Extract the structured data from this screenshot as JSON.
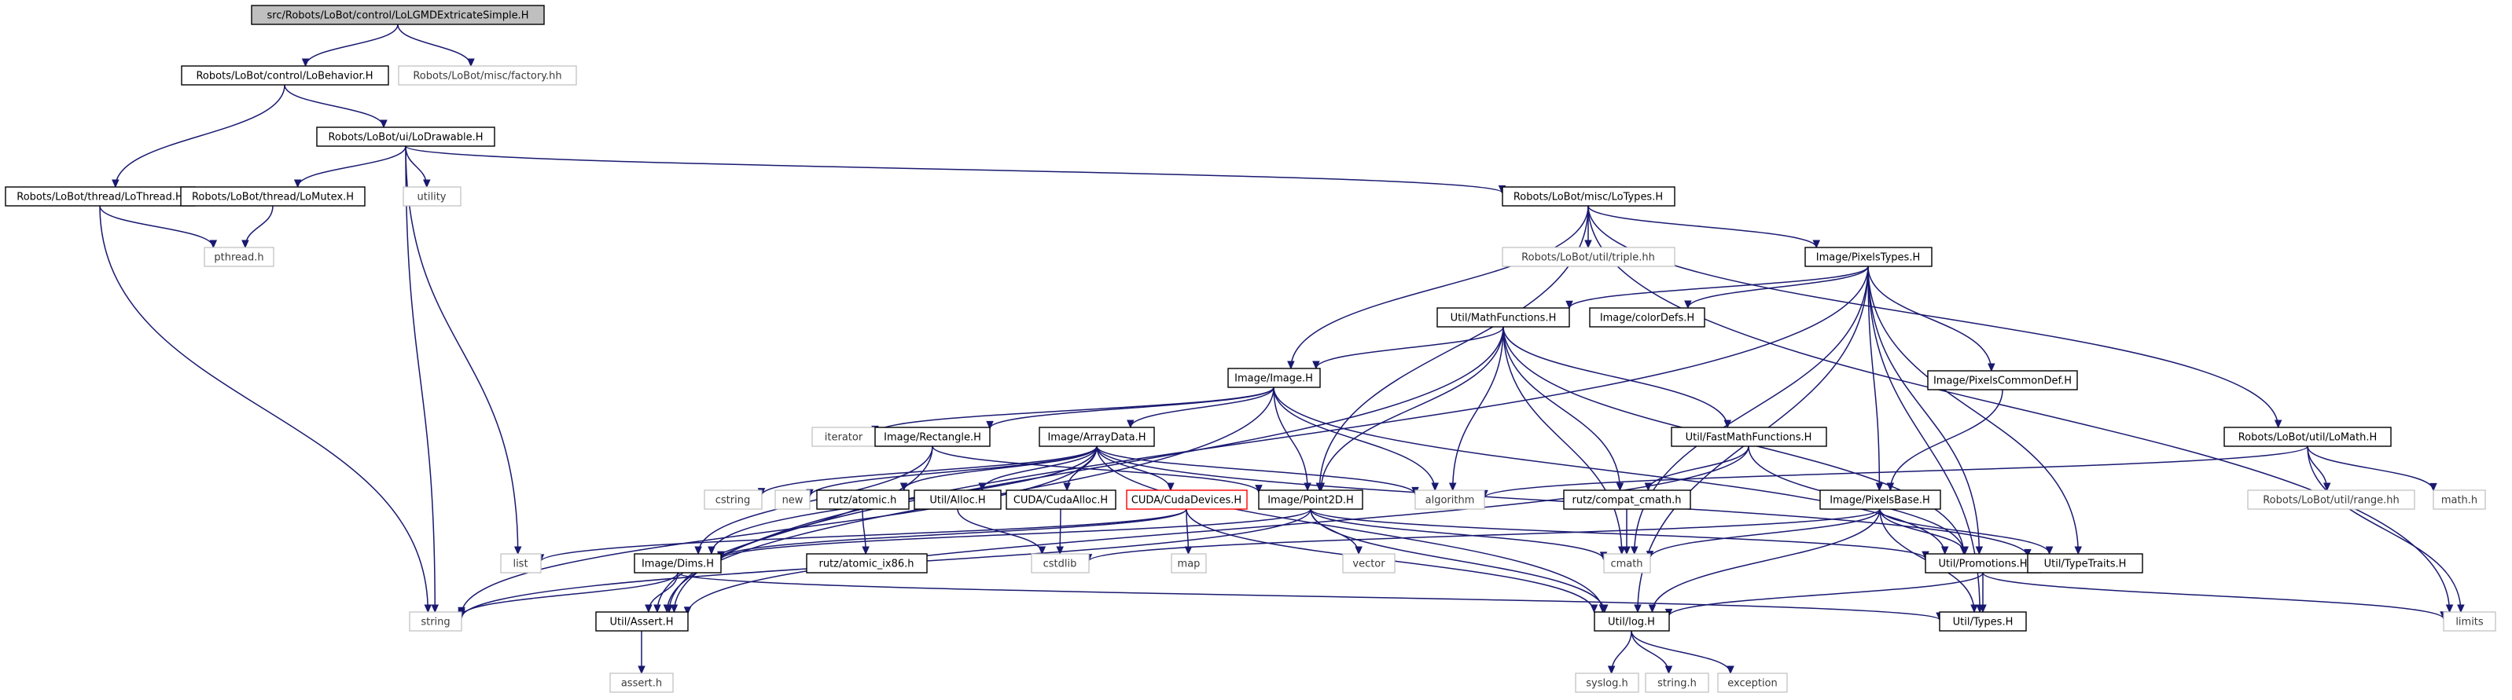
{
  "graph": {
    "colors": {
      "edge": "#191970",
      "root_fill": "#bfbfbf",
      "system_border": "#bfbfbf",
      "warn_border": "#ff0000"
    },
    "nodes": [
      {
        "id": "root",
        "label": "src/Robots/LoBot/control/LoLGMDExtricateSimple.H",
        "kind": "root"
      },
      {
        "id": "lobehavior",
        "label": "Robots/LoBot/control/LoBehavior.H",
        "kind": "local"
      },
      {
        "id": "factory",
        "label": "Robots/LoBot/misc/factory.hh",
        "kind": "system"
      },
      {
        "id": "lodrawable",
        "label": "Robots/LoBot/ui/LoDrawable.H",
        "kind": "local"
      },
      {
        "id": "lothread",
        "label": "Robots/LoBot/thread/LoThread.H",
        "kind": "local"
      },
      {
        "id": "lomutex",
        "label": "Robots/LoBot/thread/LoMutex.H",
        "kind": "local"
      },
      {
        "id": "utility",
        "label": "utility",
        "kind": "system"
      },
      {
        "id": "lotypes",
        "label": "Robots/LoBot/misc/LoTypes.H",
        "kind": "local"
      },
      {
        "id": "pthread",
        "label": "pthread.h",
        "kind": "system"
      },
      {
        "id": "triple",
        "label": "Robots/LoBot/util/triple.hh",
        "kind": "system"
      },
      {
        "id": "pixelstypes",
        "label": "Image/PixelsTypes.H",
        "kind": "local"
      },
      {
        "id": "mathfunctions",
        "label": "Util/MathFunctions.H",
        "kind": "local"
      },
      {
        "id": "colordefs",
        "label": "Image/colorDefs.H",
        "kind": "local"
      },
      {
        "id": "image",
        "label": "Image/Image.H",
        "kind": "local"
      },
      {
        "id": "pixelscommondef",
        "label": "Image/PixelsCommonDef.H",
        "kind": "local"
      },
      {
        "id": "iterator",
        "label": "iterator",
        "kind": "system"
      },
      {
        "id": "rectangle",
        "label": "Image/Rectangle.H",
        "kind": "local"
      },
      {
        "id": "arraydata",
        "label": "Image/ArrayData.H",
        "kind": "local"
      },
      {
        "id": "fastmath",
        "label": "Util/FastMathFunctions.H",
        "kind": "local"
      },
      {
        "id": "lomath",
        "label": "Robots/LoBot/util/LoMath.H",
        "kind": "local"
      },
      {
        "id": "cstring",
        "label": "cstring",
        "kind": "system"
      },
      {
        "id": "new",
        "label": "new",
        "kind": "system"
      },
      {
        "id": "rutzatomic",
        "label": "rutz/atomic.h",
        "kind": "local"
      },
      {
        "id": "alloc",
        "label": "Util/Alloc.H",
        "kind": "local"
      },
      {
        "id": "cudaalloc",
        "label": "CUDA/CudaAlloc.H",
        "kind": "local"
      },
      {
        "id": "cudadevices",
        "label": "CUDA/CudaDevices.H",
        "kind": "warn"
      },
      {
        "id": "point2d",
        "label": "Image/Point2D.H",
        "kind": "local"
      },
      {
        "id": "algorithm",
        "label": "algorithm",
        "kind": "system"
      },
      {
        "id": "compatcmath",
        "label": "rutz/compat_cmath.h",
        "kind": "local"
      },
      {
        "id": "pixelsbase",
        "label": "Image/PixelsBase.H",
        "kind": "local"
      },
      {
        "id": "range",
        "label": "Robots/LoBot/util/range.hh",
        "kind": "system"
      },
      {
        "id": "mathh",
        "label": "math.h",
        "kind": "system"
      },
      {
        "id": "list",
        "label": "list",
        "kind": "system"
      },
      {
        "id": "dims",
        "label": "Image/Dims.H",
        "kind": "local"
      },
      {
        "id": "atomicix86",
        "label": "rutz/atomic_ix86.h",
        "kind": "local"
      },
      {
        "id": "cstdlib",
        "label": "cstdlib",
        "kind": "system"
      },
      {
        "id": "map",
        "label": "map",
        "kind": "system"
      },
      {
        "id": "vector",
        "label": "vector",
        "kind": "system"
      },
      {
        "id": "cmath",
        "label": "cmath",
        "kind": "system"
      },
      {
        "id": "promotions",
        "label": "Util/Promotions.H",
        "kind": "local"
      },
      {
        "id": "typetraits",
        "label": "Util/TypeTraits.H",
        "kind": "local"
      },
      {
        "id": "string",
        "label": "string",
        "kind": "system"
      },
      {
        "id": "assert",
        "label": "Util/Assert.H",
        "kind": "local"
      },
      {
        "id": "log",
        "label": "Util/log.H",
        "kind": "local"
      },
      {
        "id": "types",
        "label": "Util/Types.H",
        "kind": "local"
      },
      {
        "id": "limits",
        "label": "limits",
        "kind": "system"
      },
      {
        "id": "asserth",
        "label": "assert.h",
        "kind": "system"
      },
      {
        "id": "syslog",
        "label": "syslog.h",
        "kind": "system"
      },
      {
        "id": "stringh",
        "label": "string.h",
        "kind": "system"
      },
      {
        "id": "exception",
        "label": "exception",
        "kind": "system"
      }
    ],
    "edges": [
      [
        "root",
        "lobehavior"
      ],
      [
        "root",
        "factory"
      ],
      [
        "lobehavior",
        "lothread"
      ],
      [
        "lobehavior",
        "lodrawable"
      ],
      [
        "lodrawable",
        "lomutex"
      ],
      [
        "lodrawable",
        "utility"
      ],
      [
        "lodrawable",
        "lotypes"
      ],
      [
        "lodrawable",
        "list"
      ],
      [
        "lodrawable",
        "string"
      ],
      [
        "lothread",
        "pthread"
      ],
      [
        "lothread",
        "string"
      ],
      [
        "lomutex",
        "pthread"
      ],
      [
        "lotypes",
        "image"
      ],
      [
        "lotypes",
        "point2d"
      ],
      [
        "lotypes",
        "triple"
      ],
      [
        "lotypes",
        "pixelstypes"
      ],
      [
        "lotypes",
        "lomath"
      ],
      [
        "lotypes",
        "limits"
      ],
      [
        "pixelstypes",
        "mathfunctions"
      ],
      [
        "pixelstypes",
        "colordefs"
      ],
      [
        "pixelstypes",
        "pixelscommondef"
      ],
      [
        "pixelstypes",
        "pixelsbase"
      ],
      [
        "pixelstypes",
        "promotions"
      ],
      [
        "pixelstypes",
        "typetraits"
      ],
      [
        "pixelstypes",
        "types"
      ],
      [
        "pixelstypes",
        "log"
      ],
      [
        "pixelstypes",
        "cmath"
      ],
      [
        "pixelstypes",
        "assert"
      ],
      [
        "mathfunctions",
        "image"
      ],
      [
        "mathfunctions",
        "point2d"
      ],
      [
        "mathfunctions",
        "algorithm"
      ],
      [
        "mathfunctions",
        "fastmath"
      ],
      [
        "mathfunctions",
        "compatcmath"
      ],
      [
        "mathfunctions",
        "cmath"
      ],
      [
        "mathfunctions",
        "promotions"
      ],
      [
        "mathfunctions",
        "assert"
      ],
      [
        "image",
        "iterator"
      ],
      [
        "image",
        "rectangle"
      ],
      [
        "image",
        "arraydata"
      ],
      [
        "image",
        "point2d"
      ],
      [
        "image",
        "algorithm"
      ],
      [
        "image",
        "promotions"
      ],
      [
        "image",
        "assert"
      ],
      [
        "pixelscommondef",
        "pixelsbase"
      ],
      [
        "rectangle",
        "dims"
      ],
      [
        "rectangle",
        "point2d"
      ],
      [
        "rectangle",
        "assert"
      ],
      [
        "arraydata",
        "cstring"
      ],
      [
        "arraydata",
        "new"
      ],
      [
        "arraydata",
        "rutzatomic"
      ],
      [
        "arraydata",
        "alloc"
      ],
      [
        "arraydata",
        "cudaalloc"
      ],
      [
        "arraydata",
        "cudadevices"
      ],
      [
        "arraydata",
        "algorithm"
      ],
      [
        "arraydata",
        "dims"
      ],
      [
        "arraydata",
        "typetraits"
      ],
      [
        "arraydata",
        "log"
      ],
      [
        "arraydata",
        "string"
      ],
      [
        "fastmath",
        "compatcmath"
      ],
      [
        "fastmath",
        "promotions"
      ],
      [
        "fastmath",
        "assert"
      ],
      [
        "lomath",
        "algorithm"
      ],
      [
        "lomath",
        "range"
      ],
      [
        "lomath",
        "mathh"
      ],
      [
        "lomath",
        "limits"
      ],
      [
        "rutzatomic",
        "atomicix86"
      ],
      [
        "alloc",
        "cstdlib"
      ],
      [
        "cudaalloc",
        "cstdlib"
      ],
      [
        "cudadevices",
        "map"
      ],
      [
        "cudadevices",
        "list"
      ],
      [
        "cudadevices",
        "dims"
      ],
      [
        "cudadevices",
        "log"
      ],
      [
        "point2d",
        "vector"
      ],
      [
        "point2d",
        "cmath"
      ],
      [
        "point2d",
        "promotions"
      ],
      [
        "point2d",
        "log"
      ],
      [
        "point2d",
        "dims"
      ],
      [
        "point2d",
        "string"
      ],
      [
        "compatcmath",
        "cmath"
      ],
      [
        "pixelsbase",
        "cstdlib"
      ],
      [
        "pixelsbase",
        "cmath"
      ],
      [
        "pixelsbase",
        "promotions"
      ],
      [
        "pixelsbase",
        "typetraits"
      ],
      [
        "pixelsbase",
        "types"
      ],
      [
        "pixelsbase",
        "log"
      ],
      [
        "dims",
        "string"
      ],
      [
        "dims",
        "types"
      ],
      [
        "dims",
        "assert"
      ],
      [
        "promotions",
        "types"
      ],
      [
        "promotions",
        "log"
      ],
      [
        "promotions",
        "limits"
      ],
      [
        "assert",
        "asserth"
      ],
      [
        "log",
        "syslog"
      ],
      [
        "log",
        "stringh"
      ],
      [
        "log",
        "exception"
      ]
    ]
  }
}
